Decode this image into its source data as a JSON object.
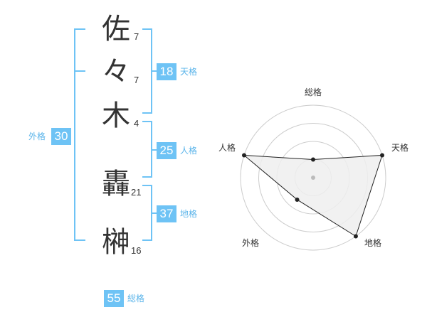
{
  "colors": {
    "accent": "#6ec3f5",
    "accent_text": "#5ab4ea",
    "kanji": "#333333",
    "grid": "#cccccc",
    "fill": "#eeeeee",
    "line": "#222222"
  },
  "characters": [
    {
      "char": "佐",
      "strokes": "7"
    },
    {
      "char": "々",
      "strokes": "7"
    },
    {
      "char": "木",
      "strokes": "4"
    },
    {
      "char": "轟",
      "strokes": "21"
    },
    {
      "char": "榊",
      "strokes": "16"
    }
  ],
  "fortune": {
    "tenkaku": {
      "value": "18",
      "label": "天格"
    },
    "jinkaku": {
      "value": "25",
      "label": "人格"
    },
    "chikaku": {
      "value": "37",
      "label": "地格"
    },
    "gaikaku": {
      "value": "30",
      "label": "外格"
    },
    "soukaku": {
      "value": "55",
      "label": "総格"
    }
  },
  "chart_data": {
    "type": "radar",
    "axes": [
      "総格",
      "天格",
      "地格",
      "外格",
      "人格"
    ],
    "rings": 4,
    "range": [
      0,
      4
    ],
    "values": [
      1,
      4,
      4,
      1.5,
      4
    ]
  }
}
